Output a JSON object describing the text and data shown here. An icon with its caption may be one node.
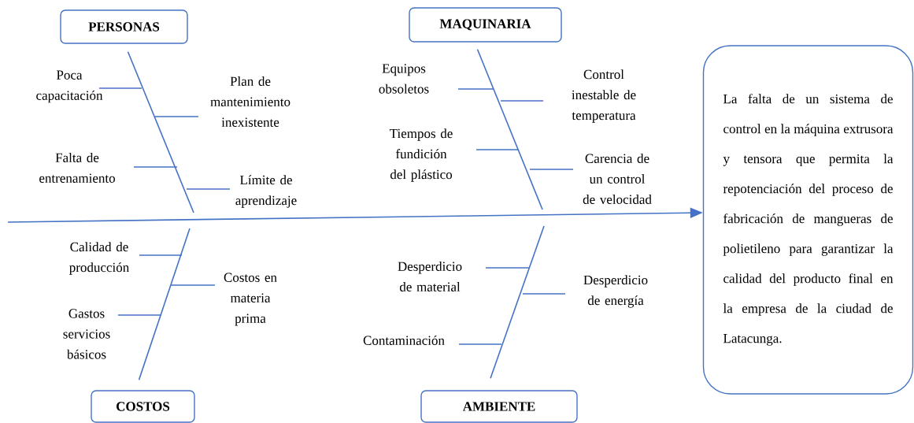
{
  "diagram": {
    "nodes": [
      {
        "text": [
          "PERSONAS"
        ]
      },
      {
        "text": [
          "MAQUINARIA"
        ]
      },
      {
        "text": [
          "La falta de un sistema de control en la máquina extrusora y tensora que permita la repotenciación del proceso de fabricación de mangueras de polietileno para garantizar la calidad del producto final en la empresa de la ciudad de Latacunga."
        ]
      },
      {
        "text": [
          "COSTOS"
        ]
      },
      {
        "text": [
          "AMBIENTE"
        ]
      }
    ],
    "edges": [
      {
        "from": null,
        "to": 2,
        "arrow": "to"
      },
      {
        "from": 0,
        "to": null,
        "arrow": "none"
      },
      {
        "from": 1,
        "to": null,
        "arrow": "none"
      },
      {
        "from": 3,
        "to": null,
        "arrow": "none"
      },
      {
        "from": 4,
        "to": null,
        "arrow": "none"
      }
    ],
    "labels": [
      "Poca capacitación",
      "Plan de mantenimiento inexistente",
      "Falta de entrenamiento",
      "Límite de aprendizaje",
      "Equipos obsoletos",
      "Control inestable de temperatura",
      "Tiempos de fundición del plástico",
      "Carencia de un control de velocidad",
      "Calidad de producción",
      "Costos en materia prima",
      "Gastos servicios básicos",
      "Desperdicio de material",
      "Desperdicio de energía",
      "Contaminación"
    ]
  }
}
